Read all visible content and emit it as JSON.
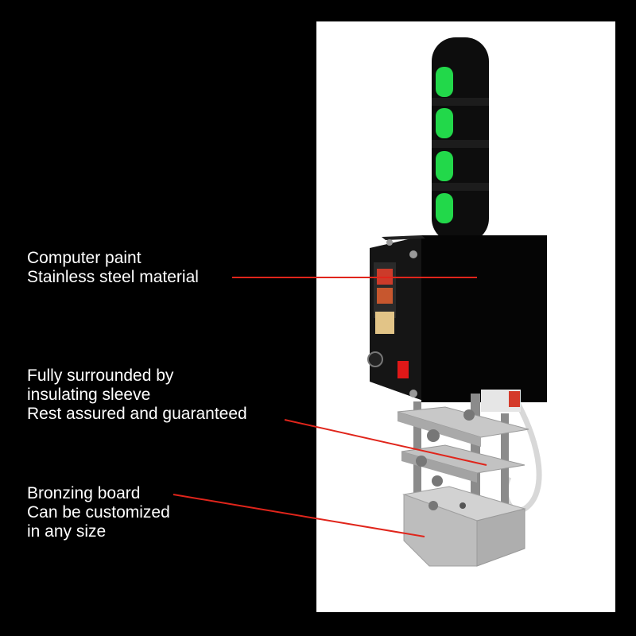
{
  "colors": {
    "background": "#000000",
    "panel": "#ffffff",
    "text": "#ffffff",
    "leader_line": "#e0251b",
    "grip_accent": "#22d84a"
  },
  "callouts": [
    {
      "lines": [
        "Computer paint",
        "Stainless steel material"
      ]
    },
    {
      "lines": [
        "Fully surrounded by",
        "insulating sleeve",
        "Rest assured and guaranteed"
      ]
    },
    {
      "lines": [
        "Bronzing board",
        "Can be customized",
        "in any size"
      ]
    }
  ]
}
